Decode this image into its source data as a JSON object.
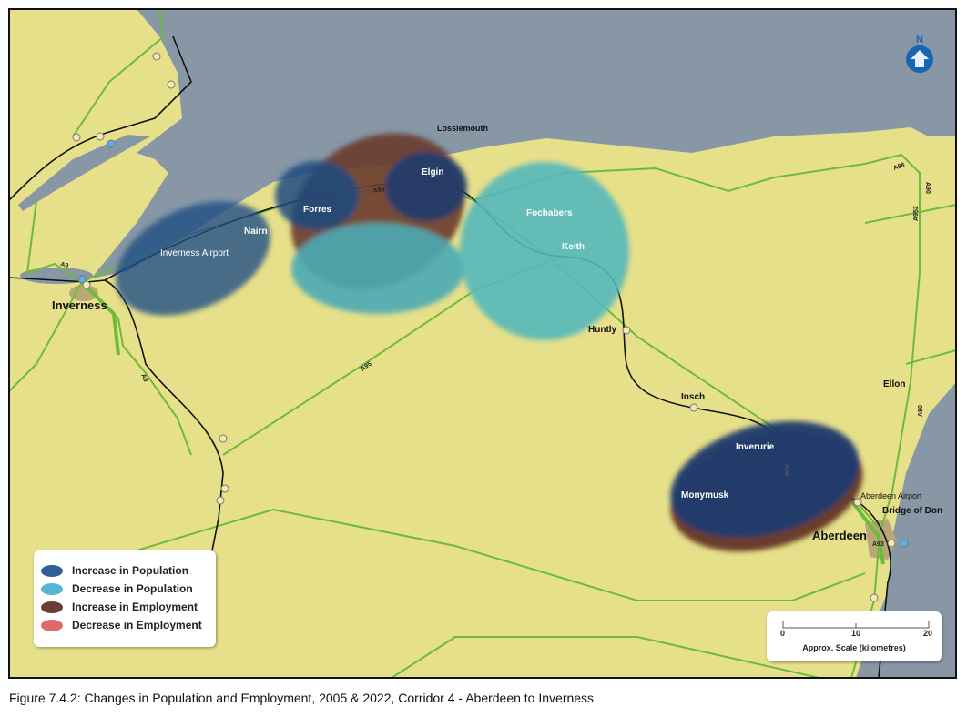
{
  "places": {
    "inverness": "Inverness",
    "inverness_airport": "Inverness Airport",
    "nairn": "Nairn",
    "forres": "Forres",
    "elgin": "Elgin",
    "lossiemouth": "Lossiemouth",
    "fochabers": "Fochabers",
    "keith": "Keith",
    "huntly": "Huntly",
    "insch": "Insch",
    "inverurie": "Inverurie",
    "monymusk": "Monymusk",
    "aberdeen_airport": "Aberdeen Airport",
    "bridge_of_don": "Bridge of Don",
    "aberdeen": "Aberdeen",
    "ellon": "Ellon"
  },
  "roads": {
    "a9": "A9",
    "a9b": "A9",
    "a96": "A96",
    "a95": "A95",
    "a98": "A98",
    "a90": "A90",
    "a952": "A952",
    "a90b": "A90",
    "a93": "A93",
    "a96b": "A96"
  },
  "north": "N",
  "legend": [
    {
      "label": "Increase in Population",
      "color": "#2e5f95"
    },
    {
      "label": "Decrease in Population",
      "color": "#55b6d6"
    },
    {
      "label": "Increase in Employment",
      "color": "#6a3c34"
    },
    {
      "label": "Decrease in Employment",
      "color": "#e06a6a"
    }
  ],
  "scale": {
    "ticks": [
      "0",
      "10",
      "20"
    ],
    "label": "Approx. Scale (kilometres)"
  },
  "caption": "Figure 7.4.2: Changes in Population and Employment, 2005 & 2022,  Corridor 4 - Aberdeen to Inverness",
  "colors": {
    "land": "#e7e08a",
    "sea": "#8797a6",
    "road": "#6dbb3a",
    "rail": "#111111"
  }
}
